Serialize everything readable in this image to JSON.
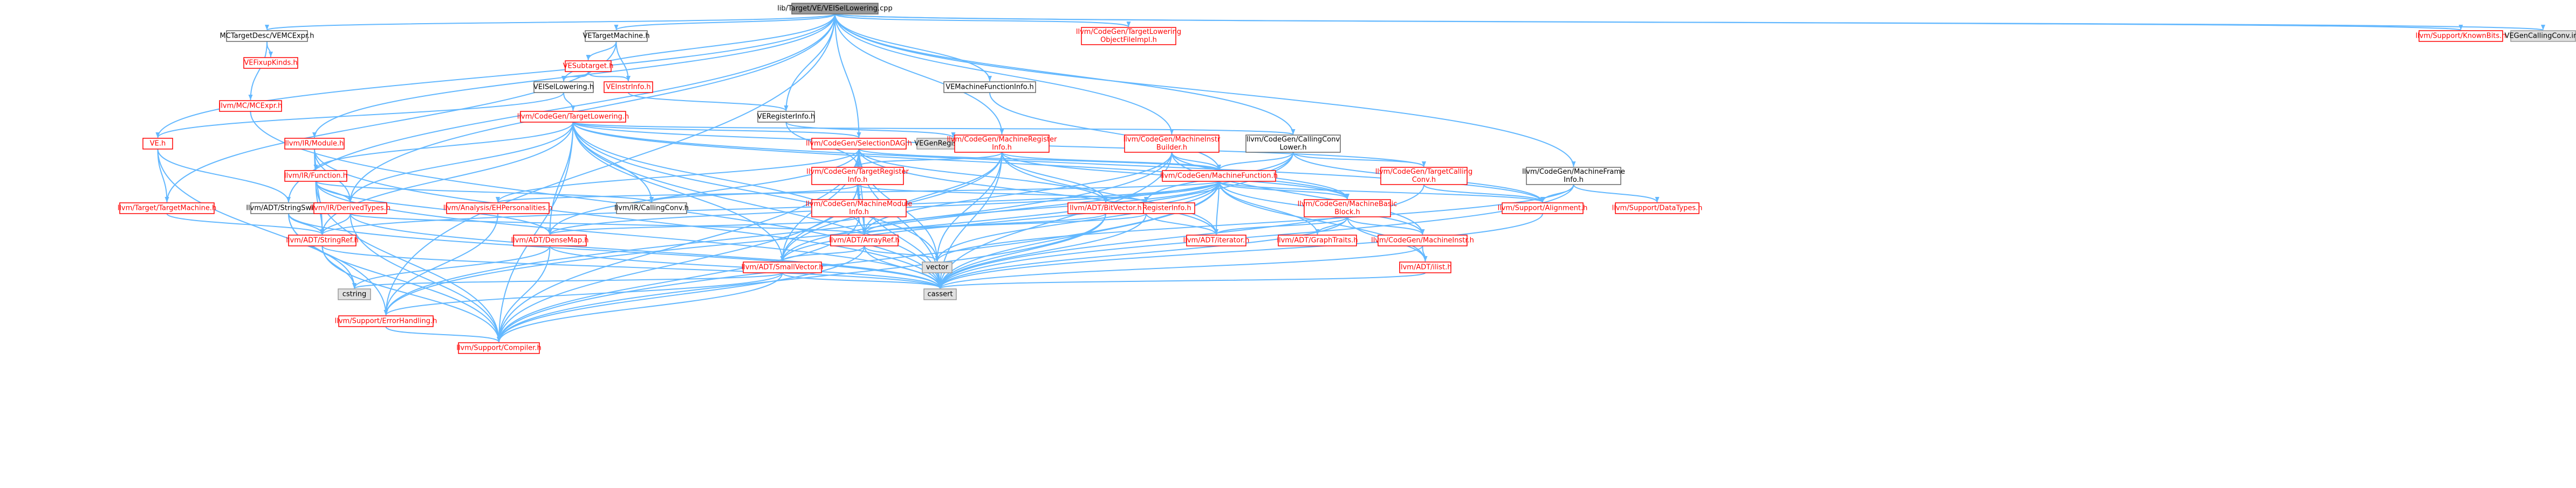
{
  "graph": {
    "colors": {
      "edge": "#63b8ff",
      "root_fill": "#999999",
      "link_border": "#666666",
      "incomplete_border": "#ff0000",
      "system_fill": "#e0e0e0"
    },
    "nodes": {
      "root": [
        "lib/Target/VE/VEISelLowering.cpp"
      ],
      "vemcexpr": [
        "MCTargetDesc/VEMCExpr.h"
      ],
      "vetm": [
        "VETargetMachine.h"
      ],
      "tlof": [
        "llvm/CodeGen/TargetLowering",
        "ObjectFileImpl.h"
      ],
      "knownbits": [
        "llvm/Support/KnownBits.h"
      ],
      "vegencc": [
        "VEGenCallingConv.inc"
      ],
      "vefixup": [
        "VEFixupKinds.h"
      ],
      "vesubtarget": [
        "VESubtarget.h"
      ],
      "mcexpr": [
        "llvm/MC/MCExpr.h"
      ],
      "veisellowering": [
        "VEISelLowering.h"
      ],
      "veinstrinfo": [
        "VEInstrInfo.h"
      ],
      "vemfi": [
        "VEMachineFunctionInfo.h"
      ],
      "veregisterinfo": [
        "VERegisterInfo.h"
      ],
      "targetlowering": [
        "llvm/CodeGen/TargetLowering.h"
      ],
      "irmodule": [
        "llvm/IR/Module.h"
      ],
      "ve": [
        "VE.h"
      ],
      "selectiondag": [
        "llvm/CodeGen/SelectionDAG.h"
      ],
      "vegenreg": [
        "VEGenRegisterInfo.inc"
      ],
      "mri": [
        "llvm/CodeGen/MachineRegister",
        "Info.h"
      ],
      "mib": [
        "llvm/CodeGen/MachineInstr",
        "Builder.h"
      ],
      "cclower": [
        "llvm/CodeGen/CallingConv",
        "Lower.h"
      ],
      "irfunction": [
        "llvm/IR/Function.h"
      ],
      "tri": [
        "llvm/CodeGen/TargetRegister",
        "Info.h"
      ],
      "mf": [
        "llvm/CodeGen/MachineFunction.h"
      ],
      "tcc": [
        "llvm/CodeGen/TargetCalling",
        "Conv.h"
      ],
      "mfi": [
        "llvm/CodeGen/MachineFrame",
        "Info.h"
      ],
      "targetmachine": [
        "llvm/Target/TargetMachine.h"
      ],
      "stringswitch": [
        "llvm/ADT/StringSwitch.h"
      ],
      "derivedtypes": [
        "llvm/IR/DerivedTypes.h"
      ],
      "irccconv": [
        "llvm/IR/CallingConv.h"
      ],
      "ehpers": [
        "llvm/Analysis/EHPersonalities.h"
      ],
      "mmi": [
        "llvm/CodeGen/MachineModule",
        "Info.h"
      ],
      "mcreginfo": [
        "llvm/MC/MCRegisterInfo.h"
      ],
      "bitvector": [
        "llvm/ADT/BitVector.h"
      ],
      "mbb": [
        "llvm/CodeGen/MachineBasic",
        "Block.h"
      ],
      "alignment": [
        "llvm/Support/Alignment.h"
      ],
      "datatypes": [
        "llvm/Support/DataTypes.h"
      ],
      "stringref": [
        "llvm/ADT/StringRef.h"
      ],
      "densemap": [
        "llvm/ADT/DenseMap.h"
      ],
      "arrayref": [
        "llvm/ADT/ArrayRef.h"
      ],
      "iterator": [
        "llvm/ADT/iterator.h"
      ],
      "graphtraits": [
        "llvm/ADT/GraphTraits.h"
      ],
      "machineinstr": [
        "llvm/CodeGen/MachineInstr.h"
      ],
      "ilist": [
        "llvm/ADT/ilist.h"
      ],
      "vector": [
        "vector"
      ],
      "smallvector": [
        "llvm/ADT/SmallVector.h"
      ],
      "cstring": [
        "cstring"
      ],
      "cassert": [
        "cassert"
      ],
      "errorhandling": [
        "llvm/Support/ErrorHandling.h"
      ],
      "compiler": [
        "llvm/Support/Compiler.h"
      ]
    }
  }
}
